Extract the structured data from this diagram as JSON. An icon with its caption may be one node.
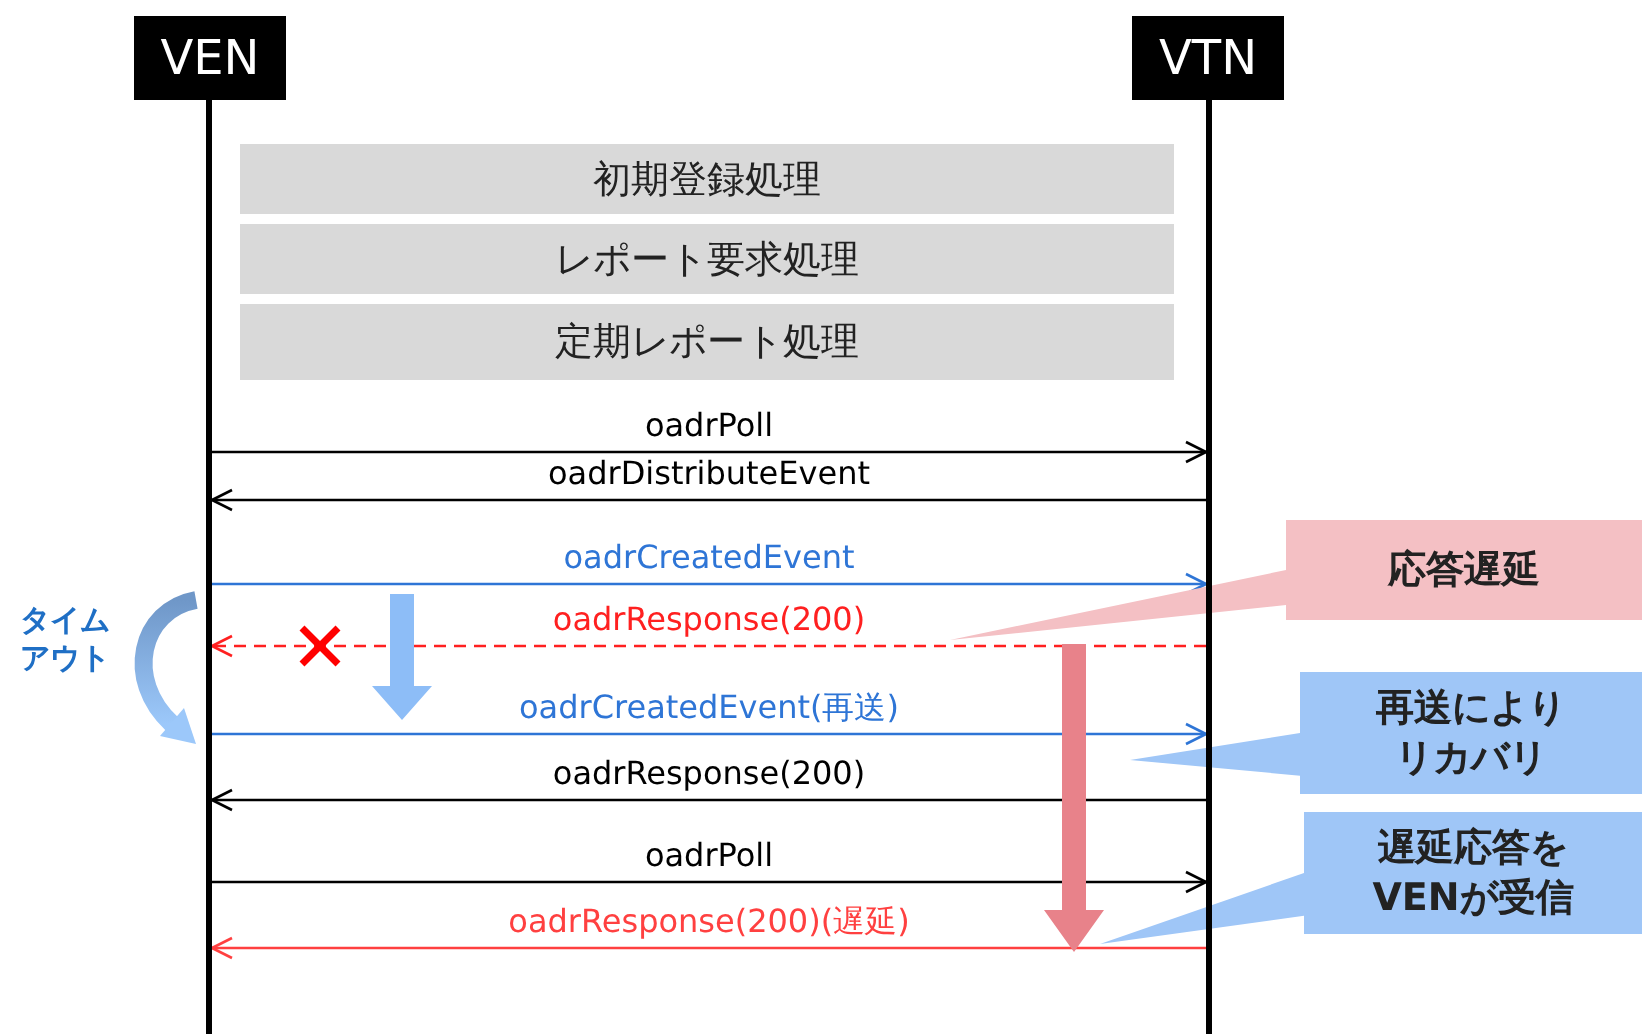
{
  "diagram": {
    "nodes": [
      {
        "text": [
          "VEN"
        ]
      },
      {
        "text": [
          "VTN"
        ]
      },
      {
        "text": [],
        "shape": "bar"
      },
      {
        "text": [],
        "shape": "bar"
      },
      {
        "text": [
          "初期登録処理"
        ]
      },
      {
        "text": [
          "レポート要求処理"
        ]
      },
      {
        "text": [
          "定期レポート処理"
        ]
      },
      {
        "text": [
          "応答遅延"
        ]
      },
      {
        "text": [
          "再送によりリカバリ"
        ]
      },
      {
        "text": [
          "遅延応答をVENが受信"
        ]
      }
    ],
    "edges": [
      {
        "from": 2,
        "to": 3,
        "arrow": "to",
        "label": "oadrPoll"
      },
      {
        "from": 3,
        "to": 2,
        "arrow": "to",
        "label": "oadrDistributeEvent"
      },
      {
        "from": 2,
        "to": 3,
        "arrow": "to",
        "label": "oadrCreatedEvent",
        "color": "#2e75d6"
      },
      {
        "from": 3,
        "to": 2,
        "arrow": "to",
        "label": "oadrResponse(200)",
        "style": "dashed",
        "color": "#ff2020"
      },
      {
        "from": 2,
        "to": 3,
        "arrow": "to",
        "label": "oadrCreatedEvent(再送)",
        "color": "#2e75d6"
      },
      {
        "from": 3,
        "to": 2,
        "arrow": "to",
        "label": "oadrResponse(200)"
      },
      {
        "from": 2,
        "to": 3,
        "arrow": "to",
        "label": "oadrPoll"
      },
      {
        "from": 3,
        "to": 2,
        "arrow": "to",
        "label": "oadrResponse(200)(遅延)",
        "color": "#ff4040"
      },
      {
        "from": 7,
        "to": null,
        "arrow": "to",
        "color": "#f4c0c4"
      },
      {
        "from": 8,
        "to": null,
        "arrow": "to",
        "color": "#9fc6f7"
      },
      {
        "from": 9,
        "to": null,
        "arrow": "to",
        "color": "#9fc6f7"
      }
    ],
    "labels": [
      "タイムアウト"
    ]
  }
}
